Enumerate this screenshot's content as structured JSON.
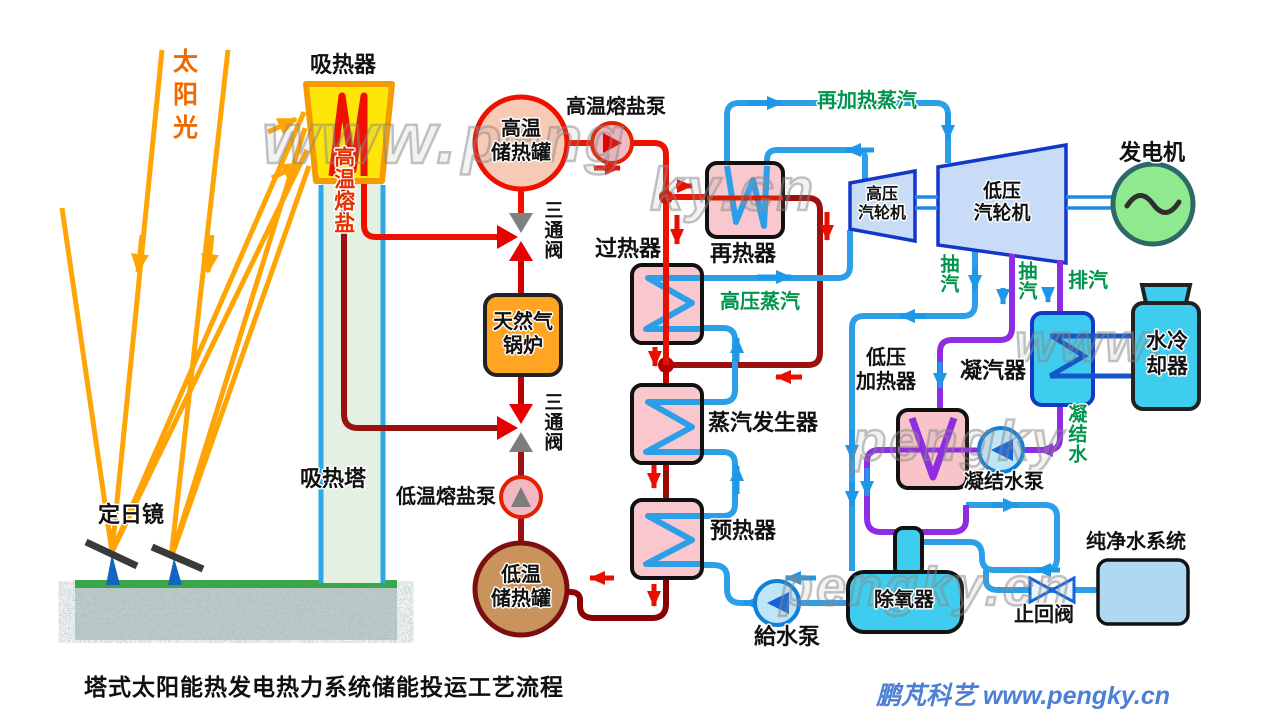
{
  "solar": {
    "sunlight": "太阳光",
    "absorber": "吸热器",
    "hot_salt": "高温熔盐",
    "tower": "吸热塔",
    "heliostat": "定日镜"
  },
  "salt": {
    "hot_tank1": "高温",
    "hot_tank2": "储热罐",
    "hot_pump": "高温熔盐泵",
    "valve1": "三通阀",
    "boiler1": "天然气",
    "boiler2": "锅炉",
    "valve2": "三通阀",
    "cold_pump": "低温熔盐泵",
    "cold_tank1": "低温",
    "cold_tank2": "储热罐"
  },
  "steam": {
    "superheater": "过热器",
    "reheater": "再热器",
    "sg": "蒸汽发生器",
    "preheater": "预热器",
    "hp_steam": "高压蒸汽",
    "reheat_steam": "再加热蒸汽",
    "hp1": "高压",
    "hp2": "汽轮机",
    "lp1": "低压",
    "lp2": "汽轮机",
    "generator": "发电机",
    "ext1": "抽汽",
    "ext2": "抽汽",
    "exhaust": "排汽"
  },
  "cond": {
    "lph1": "低压",
    "lph2": "加热器",
    "condenser": "凝汽器",
    "cooler1": "水冷",
    "cooler2": "却器",
    "cond_water": "凝结水",
    "cond_pump": "凝结水泵",
    "deaerator": "除氧器",
    "feed_pump": "給水泵",
    "check_valve": "止回阀",
    "pure_water": "纯净水系统"
  },
  "footer": {
    "title": "塔式太阳能热发电热力系统储能投运工艺流程",
    "credit": "鹏芃科艺 www.pengky.cn"
  },
  "watermarks": {
    "w1": "www.",
    "w2": "peng",
    "w3": "ky.cn",
    "w4": "www.",
    "w5": "pengky",
    "w6": "pengky.cn"
  },
  "colors": {
    "hot_salt": "#ee1100",
    "cold_salt": "#8b0000",
    "steam": "#2d9fe8",
    "cooling": "#1456c8",
    "condensate_purple": "#8f2be0",
    "flow_label_green": "#00944e",
    "sun_ray": "#ffa405"
  }
}
